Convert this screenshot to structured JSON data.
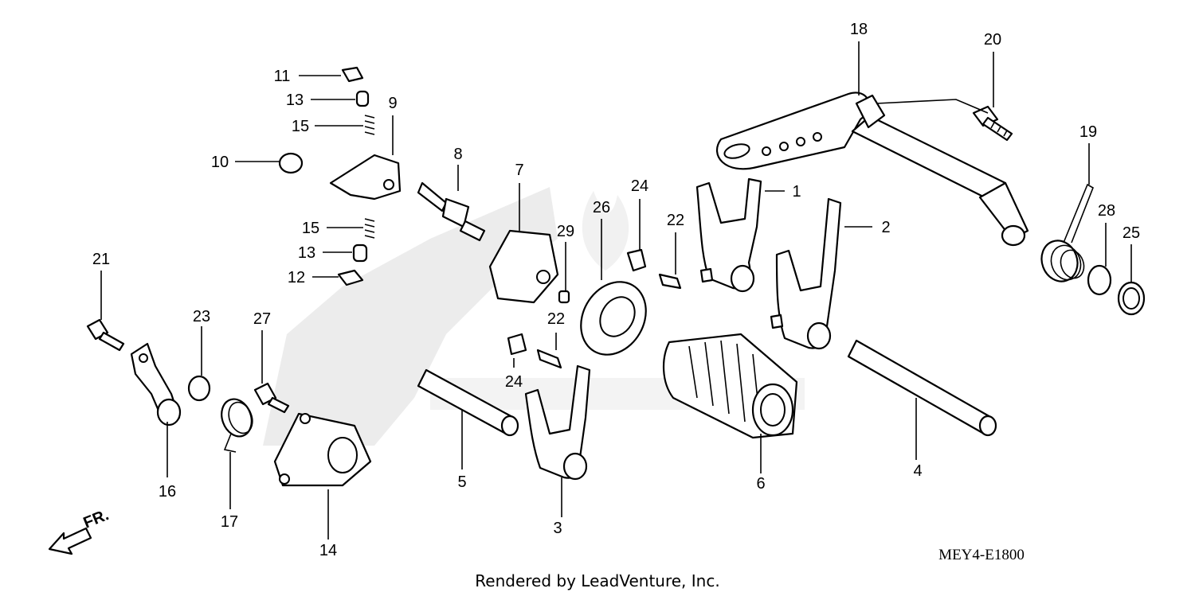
{
  "diagram": {
    "callouts": [
      {
        "label": "1"
      },
      {
        "label": "2"
      },
      {
        "label": "3"
      },
      {
        "label": "4"
      },
      {
        "label": "5"
      },
      {
        "label": "6"
      },
      {
        "label": "7"
      },
      {
        "label": "8"
      },
      {
        "label": "9"
      },
      {
        "label": "10"
      },
      {
        "label": "11"
      },
      {
        "label": "12"
      },
      {
        "label": "13"
      },
      {
        "label": "13"
      },
      {
        "label": "14"
      },
      {
        "label": "15"
      },
      {
        "label": "15"
      },
      {
        "label": "16"
      },
      {
        "label": "17"
      },
      {
        "label": "18"
      },
      {
        "label": "19"
      },
      {
        "label": "20"
      },
      {
        "label": "21"
      },
      {
        "label": "22"
      },
      {
        "label": "22"
      },
      {
        "label": "23"
      },
      {
        "label": "24"
      },
      {
        "label": "24"
      },
      {
        "label": "25"
      },
      {
        "label": "26"
      },
      {
        "label": "27"
      },
      {
        "label": "28"
      },
      {
        "label": "29"
      }
    ],
    "direction_label": "FR.",
    "diagram_code": "MEY4-E1800",
    "credit": "Rendered by LeadVenture, Inc."
  }
}
